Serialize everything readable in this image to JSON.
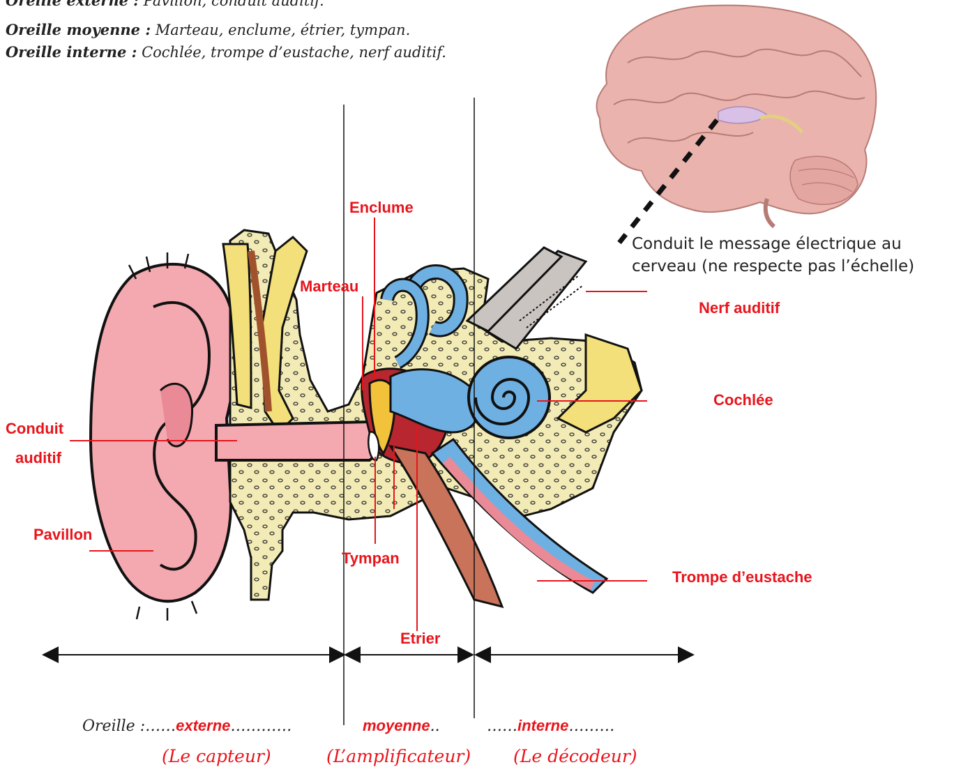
{
  "legend": {
    "externe_key": "Oreille externe :",
    "externe_val": "Pavillon, conduit auditif.",
    "moyenne_key": "Oreille moyenne :",
    "moyenne_val": "Marteau, enclume, étrier, tympan.",
    "interne_key": "Oreille interne :",
    "interne_val": "Cochlée, trompe d’eustache, nerf auditif."
  },
  "labels": {
    "enclume": "Enclume",
    "marteau": "Marteau",
    "conduit_1": "Conduit",
    "conduit_2": "auditif",
    "pavillon": "Pavillon",
    "tympan": "Tympan",
    "etrier": "Etrier",
    "nerf": "Nerf auditif",
    "cochlee": "Cochlée",
    "trompe": "Trompe d’eustache"
  },
  "nerve_note": {
    "line1": "Conduit le message électrique au",
    "line2": "cerveau (ne respecte pas l’échelle)"
  },
  "sections": {
    "prefix": "Oreille :",
    "dots_a": "……",
    "externe": "externe",
    "dots_b": "…………",
    "moyenne": "moyenne",
    "dots_c": "..",
    "dots_d": "……",
    "interne": "interne",
    "dots_e": "………"
  },
  "roles": {
    "capteur": "(Le capteur)",
    "amplificateur": "(L’amplificateur)",
    "decodeur": "(Le décodeur)"
  },
  "colors": {
    "label_red": "#e8141b",
    "skin_pink": "#f4a9b0",
    "bone_yellow": "#f3e07a",
    "cochlea_blue": "#6fb0e3",
    "brain_pink": "#eab3ad"
  }
}
